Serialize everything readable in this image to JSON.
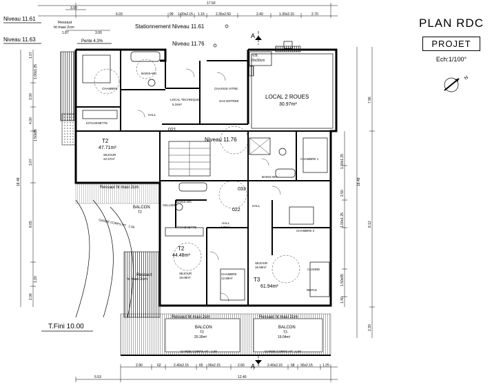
{
  "title": {
    "plan": "PLAN RDC",
    "status": "PROJET",
    "scale": "Ech:1/100°",
    "north": "N"
  },
  "levels": {
    "niveau_1161": "Niveau  11.61",
    "niveau_1163": "Niveau  11.63",
    "niveau_1176_top": "Niveau  11.76",
    "niveau_1176_mid": "Niveau  11.76",
    "stationnement": "Stationnement  Niveau  11.61",
    "ressaut_top": "Ressaut",
    "ht_masi": "ht  masi  2cm",
    "pente": "Pente  4.3%",
    "t_fini": "T.Fini  10.00"
  },
  "rooms": {
    "local2roues": "LOCAL 2 ROUES",
    "local2roues_area": "30.97m²",
    "local_tech": "LOCAL TECHNIQUE",
    "local_tech_area": "5.34m²",
    "gas_entree": "SAS ENTREE",
    "chassis_vitre": "CHASSIS VITRE",
    "t2_a": "T2",
    "t2_a_area": "47.71m²",
    "sejour_a": "SEJOUR",
    "sejour_a_area": "22.47m²",
    "chambre_a": "CHAMBRE",
    "bains_a": "BAINS-WC",
    "hall_a": "HALL",
    "kitchenette_a": "KITCHENETTE",
    "t2_b": "T2",
    "t2_b_area": "44.48m²",
    "sejour_b": "SEJOUR",
    "sejour_b_area": "19.09m²",
    "kitchenette_b": "KITCHENETTE",
    "bains_b": "BAINS-WC",
    "hall_b": "HALL",
    "hall_b_area": "4.78m²",
    "chambre_b": "CHAMBRE",
    "chambre_b_area": "12.68m²",
    "cellier": "CELLIER",
    "t3": "T3",
    "t3_area": "61.94m²",
    "sejour_c": "SEJOUR",
    "sejour_c_area": "16.69m²",
    "cuisine": "CUISINE",
    "repas": "REPAS",
    "chambre_c1": "CHAMBRE 1",
    "chambre_c2": "CHAMBRE 2",
    "bains_c": "BAINS-WC",
    "hall_c": "HALL",
    "vb": "V.B.",
    "vb_size": "20x30cm"
  },
  "tags": {
    "d021": "021",
    "d033": "033",
    "d022": "022"
  },
  "balconies": {
    "ressaut_1": "Ressaut  ht  masi  2cm",
    "ressaut_2": "Ressaut  ht  masi  2cm",
    "ressaut_3": "Ressaut  ht  masi  2cm",
    "ressaut_left": "Ressaut",
    "ht_masi_left": "ht  masi  2cm",
    "balcon_t2a": "BALCON",
    "balcon_t2a_sub": "T2",
    "balcon_t2b": "BALCON",
    "balcon_t2b_sub": "T2",
    "balcon_t2b_area": "20.30m²",
    "balcon_t3": "BALCON",
    "balcon_t3_sub": "T3",
    "balcon_t3_area": "19.04m²",
    "garde_corps_1": "GARDE CORPS  HT : 1.00",
    "garde_corps_2": "GARDE CORPS  HT : 1.00",
    "garde_corps_3": "GARDE CORPS  HT : 1.00"
  },
  "section": {
    "a_top": "A",
    "a_bottom": "A"
  },
  "dimensions": {
    "top_total": "17.50",
    "top_row": [
      "6.03",
      "99",
      "1.00x2.15",
      "1.15",
      "2.35x2.50",
      "2.40",
      "1.30x2.15",
      "2.70"
    ],
    "top_small": [
      "3.90",
      "1.87",
      "3.00"
    ],
    "bottom_row": [
      "2.90",
      "62",
      "2.40x2.15",
      "65",
      "90x2.15",
      "2.60",
      "2.40x2.15",
      "68",
      "90x2.15",
      "1.25"
    ],
    "bottom_total_left": "5.53",
    "bottom_total_right": "12.40",
    "left_total": "18.48",
    "left_row": [
      "1.07",
      "3.00",
      "1.00x1.25",
      "4.00",
      "3.07",
      "1.50x85",
      "8.65",
      "2.06",
      "1.20"
    ],
    "right_total": "18.48",
    "right_row": [
      "7.96",
      "8.12",
      "2.30"
    ],
    "right_inner": [
      "1.00x1.25",
      "2.50",
      "1.00x1.25",
      "1.50x95",
      "1.40"
    ]
  }
}
